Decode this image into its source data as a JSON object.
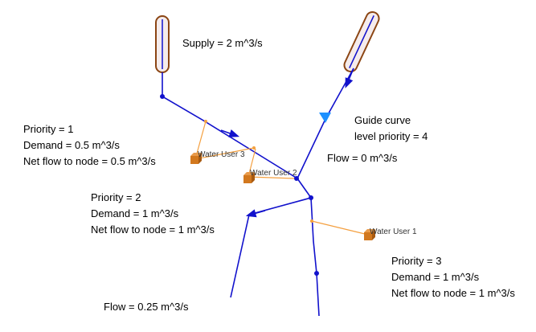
{
  "colors": {
    "river": "#1111cc",
    "diversion": "#f4a040",
    "reservoir_outline": "#8b4513",
    "reservoir_fill": "#f5ecec",
    "user_box": "#d2781e",
    "guide_marker": "#1e90ff"
  },
  "annotations": {
    "supply": "Supply = 2 m^3/s",
    "guide_curve": [
      "Guide curve",
      "level priority = 4"
    ],
    "flow_zero": "Flow = 0 m^3/s",
    "flow_quarter": "Flow = 0.25 m^3/s",
    "user3_info": [
      "Priority = 1",
      "Demand = 0.5 m^3/s",
      "Net flow to node = 0.5 m^3/s"
    ],
    "user2_info": [
      "Priority = 2",
      "Demand = 1 m^3/s",
      "Net flow to node = 1 m^3/s"
    ],
    "user1_info": [
      "Priority = 3",
      "Demand = 1 m^3/s",
      "Net flow to node = 1 m^3/s"
    ]
  },
  "water_users": {
    "user3": "Water User 3",
    "user2": "Water User 2",
    "user1": "Water User 1"
  }
}
